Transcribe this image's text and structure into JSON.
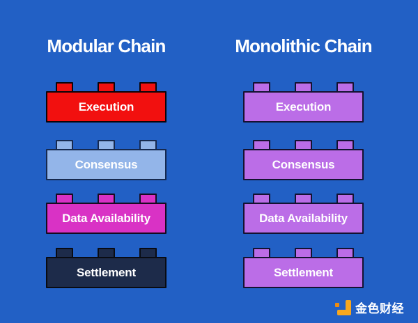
{
  "page": {
    "background": "#2260c5"
  },
  "columns": [
    {
      "title": "Modular Chain",
      "bricks": [
        {
          "label": "Execution",
          "fill": "#f2100f",
          "border": "#0c0409"
        },
        {
          "label": "Consensus",
          "fill": "#93b5e9",
          "border": "#16294f"
        },
        {
          "label": "Data Availability",
          "fill": "#d932c5",
          "border": "#170b20"
        },
        {
          "label": "Settlement",
          "fill": "#1d2b4a",
          "border": "#090b12"
        }
      ]
    },
    {
      "title": "Monolithic Chain",
      "bricks": [
        {
          "label": "Execution",
          "fill": "#bb6de7",
          "border": "#141231"
        },
        {
          "label": "Consensus",
          "fill": "#bb6de7",
          "border": "#141231"
        },
        {
          "label": "Data Availability",
          "fill": "#bb6de7",
          "border": "#141231"
        },
        {
          "label": "Settlement",
          "fill": "#bb6de7",
          "border": "#141231"
        }
      ]
    }
  ],
  "watermark": {
    "brand": "金色财经",
    "icon": "jinse-finance-logo",
    "icon_primary": "#f8a71e",
    "icon_secondary": "#ee8b0e",
    "text_color": "#ffffff"
  }
}
